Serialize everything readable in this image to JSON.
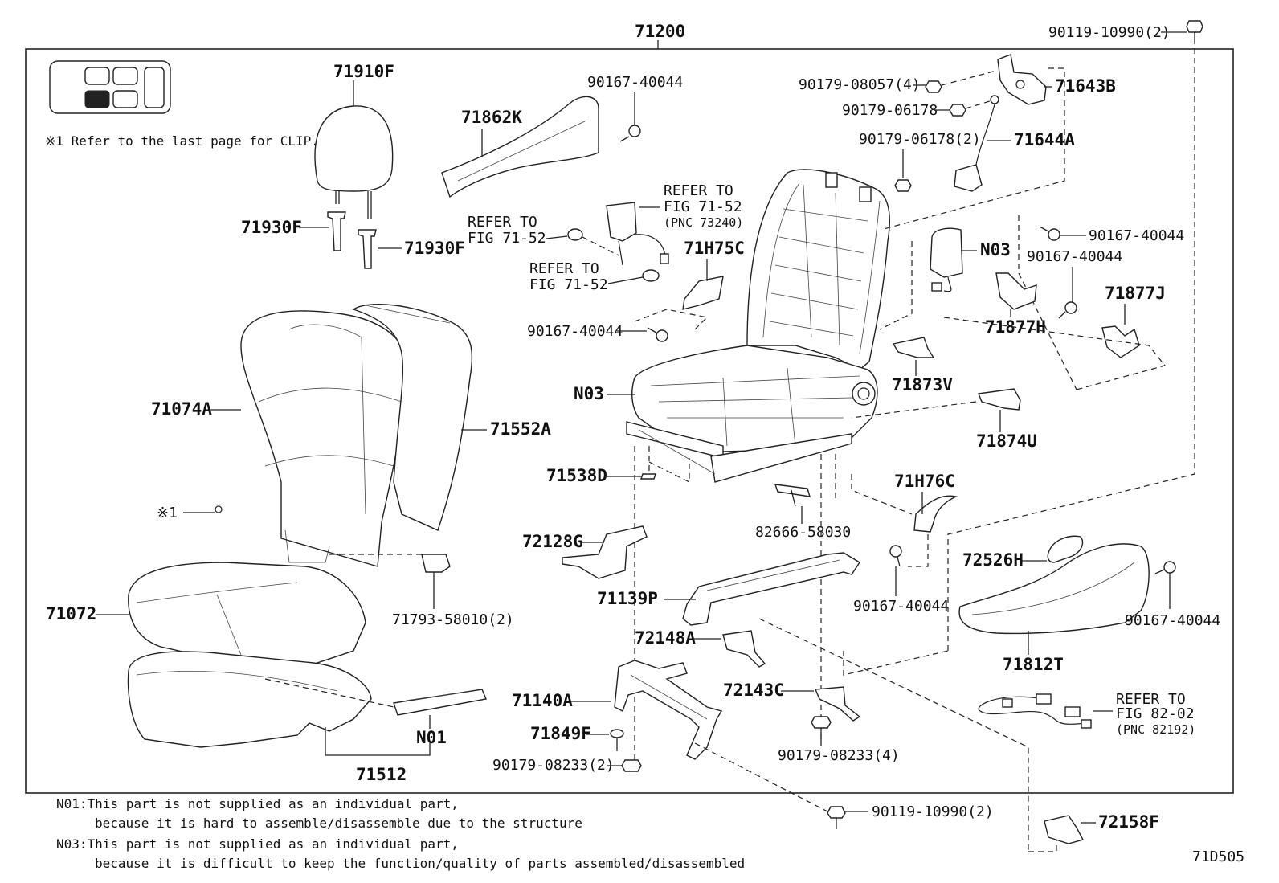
{
  "diagram": {
    "main_part": "71200",
    "figure_code": "71D505",
    "clip_note": "※1 Refer to the last page for CLIP.",
    "clip_marker": "※1",
    "labels": {
      "headrest": "71910F",
      "guide_left": "71930F",
      "guide_right": "71930F",
      "cover_71074A": "71074A",
      "cover_71552A": "71552A",
      "cushion_71072": "71072",
      "pad_71512": "71512",
      "n01": "N01",
      "clip_71793": "71793-58010(2)",
      "shield_71862K": "71862K",
      "screw_top": "90167-40044",
      "refer_fig_7152_a1": "REFER TO",
      "refer_fig_7152_a2": "FIG 71-52",
      "refer_fig_7152_a3": "(PNC 73240)",
      "refer_fig_7152_b1": "REFER TO",
      "refer_fig_7152_b2": "FIG 71-52",
      "refer_fig_7152_c1": "REFER TO",
      "refer_fig_7152_c2": "FIG 71-52",
      "cover_71H75C": "71H75C",
      "screw_mid": "90167-40044",
      "n03_frame": "N03",
      "pad_71538D": "71538D",
      "cover_72128G": "72128G",
      "bracket_71139P": "71139P",
      "cover_72148A": "72148A",
      "bracket_71140A": "71140A",
      "pin_71849F": "71849F",
      "nut_08233_2": "90179-08233(2)",
      "bolt_10990_top": "90119-10990(2)",
      "nut_08057": "90179-08057(4)",
      "nut_06178": "90179-06178",
      "nut_06178_2": "90179-06178(2)",
      "lever_71643B": "71643B",
      "wire_71644A": "71644A",
      "screw_right1": "90167-40044",
      "n03_airbag": "N03",
      "screw_right2": "90167-40044",
      "cover_71877J": "71877J",
      "cover_71877H": "71877H",
      "cover_71873V": "71873V",
      "cover_71874U": "71874U",
      "cover_71H76C": "71H76C",
      "clip_82666": "82666-58030",
      "screw_lower": "90167-40044",
      "knob_72526H": "72526H",
      "screw_side": "90167-40044",
      "shield_71812T": "71812T",
      "cover_72143C": "72143C",
      "nut_08233_4": "90179-08233(4)",
      "refer_fig_8202_1": "REFER TO",
      "refer_fig_8202_2": "FIG 82-02",
      "refer_fig_8202_3": "(PNC 82192)",
      "bolt_10990_bottom": "90119-10990(2)",
      "cover_72158F": "72158F"
    },
    "footnotes": {
      "n01_line1": "N01:This part is not supplied as an individual part,",
      "n01_line2": "because it is hard to assemble/disassemble due to the structure",
      "n03_line1": "N03:This part is not supplied as an individual part,",
      "n03_line2": "because it is difficult to keep the function/quality of parts assembled/disassembled"
    }
  }
}
